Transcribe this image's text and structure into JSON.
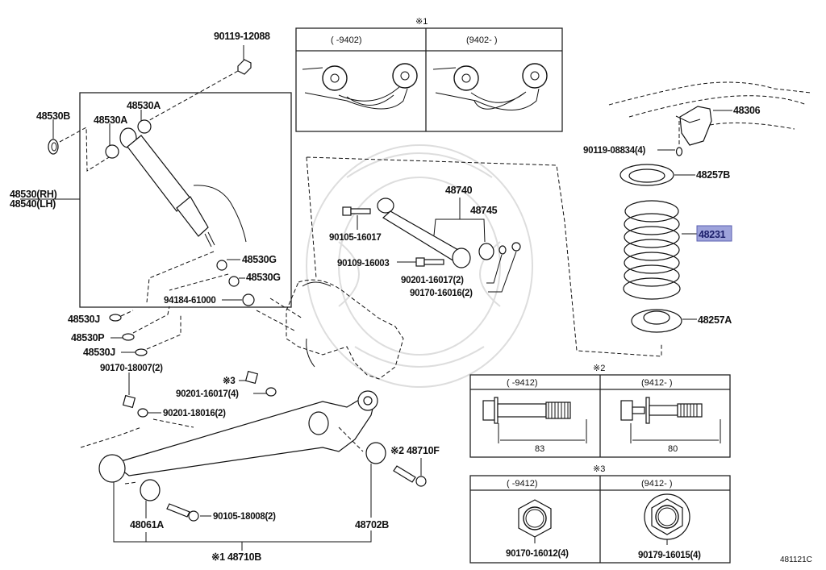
{
  "diagram": {
    "catalog_code": "481121C",
    "highlight_color": "#9ea3db",
    "highlighted_part": "48231",
    "labels": {
      "bolt_top": "90119-12088",
      "bushing_b": "48530B",
      "bushing_a_upper": "48530A",
      "bushing_a_lower": "48530A",
      "shock_rh": "48530(RH)",
      "shock_lh": "48540(LH)",
      "bushing_g_1": "48530G",
      "bushing_g_2": "48530G",
      "nut_shock": "94184-61000",
      "washer_j_1": "48530J",
      "washer_p": "48530P",
      "washer_j_2": "48530J",
      "nut_18007": "90170-18007(2)",
      "note3_ref": "※3",
      "washer_16017_4": "90201-16017(4)",
      "washer_18016": "90201-18016(2)",
      "lateral_rod": "48740",
      "lateral_bushing": "48745",
      "bolt_16017": "90105-16017",
      "bolt_16003": "90109-16003",
      "washer_16017_2": "90201-16017(2)",
      "nut_16016": "90170-16016(2)",
      "bracket": "48306",
      "bolt_08834": "90119-08834(4)",
      "insulator_upper": "48257B",
      "coil_spring": "48231",
      "insulator_lower": "48257A",
      "bushing_f": "※2 48710F",
      "bushing_61a": "48061A",
      "bolt_18008": "90105-18008(2)",
      "bushing_702b": "48702B",
      "control_arm": "※1 48710B"
    },
    "inset1": {
      "title": "※1",
      "left_header": "(     -9402)",
      "right_header": "(9402-     )"
    },
    "inset2": {
      "title": "※2",
      "left_header": "(     -9412)",
      "right_header": "(9412-     )",
      "left_length": "83",
      "right_length": "80"
    },
    "inset3": {
      "title": "※3",
      "left_header": "(     -9412)",
      "right_header": "(9412-     )",
      "left_part": "90170-16012(4)",
      "right_part": "90179-16015(4)"
    }
  }
}
